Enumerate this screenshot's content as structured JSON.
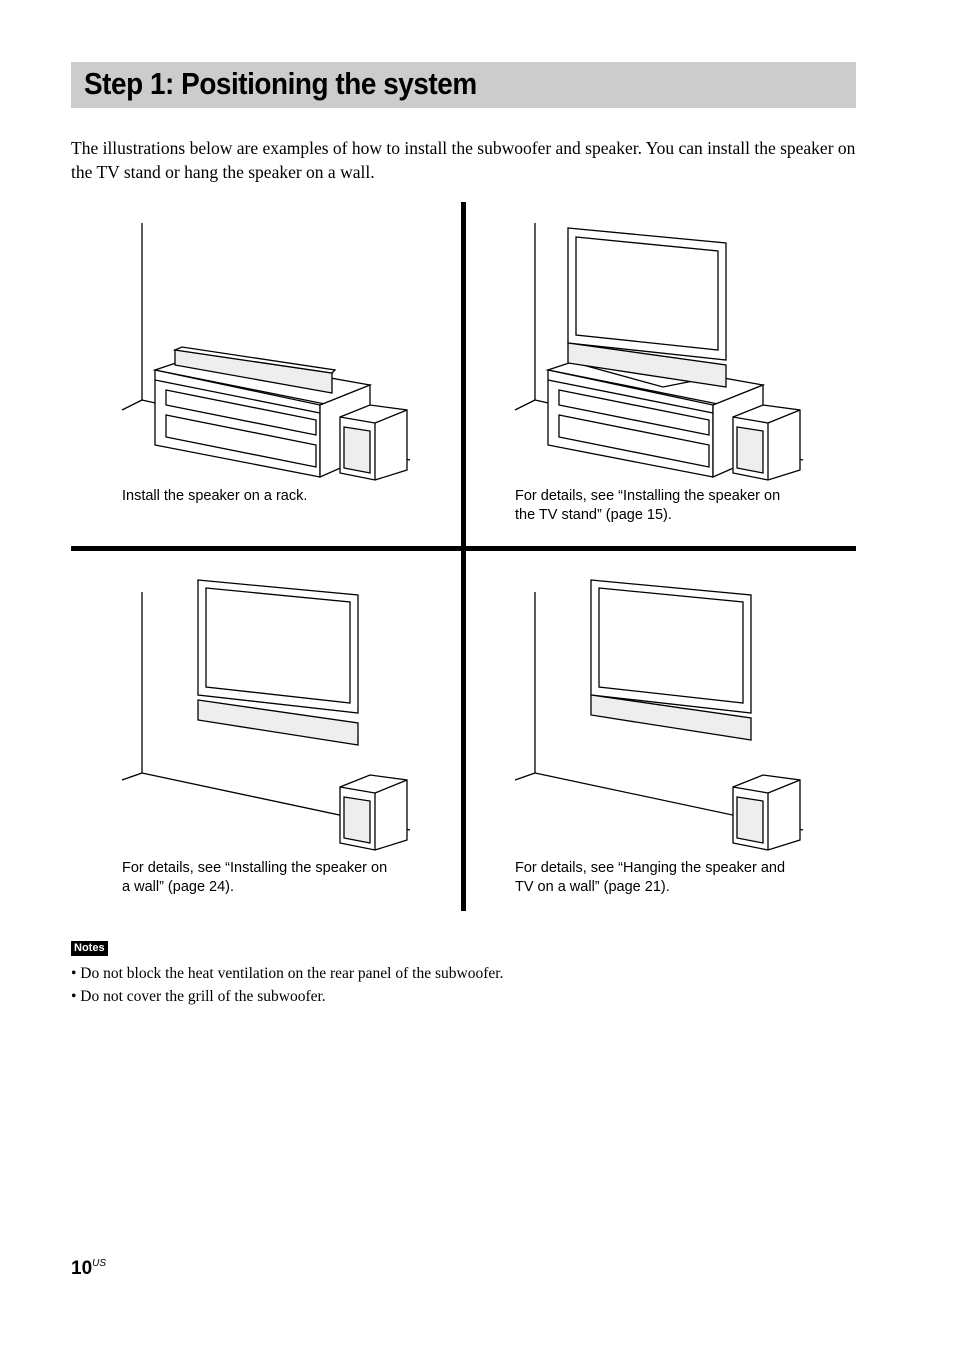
{
  "title": "Step 1: Positioning the system",
  "intro": "The illustrations below are examples of how to install the subwoofer and speaker. You can install the speaker on the TV stand or hang the speaker on a wall.",
  "panels": {
    "rack": {
      "caption": "Install the speaker on a rack."
    },
    "tv_stand": {
      "caption_line1": "For details, see “Installing the speaker on",
      "caption_line2": "the TV stand” (page 15)."
    },
    "wall": {
      "caption_line1": "For details, see “Installing the speaker on",
      "caption_line2": "a wall” (page 24)."
    },
    "speaker_tv_wall": {
      "caption_line1": "For details, see “Hanging the speaker and",
      "caption_line2": "TV on a wall” (page 21)."
    }
  },
  "notes": {
    "label": "Notes",
    "items": [
      "• Do not block the heat ventilation on the rear panel of the subwoofer.",
      "• Do not cover the grill of the subwoofer."
    ]
  },
  "page": {
    "number": "10",
    "suffix": "US"
  }
}
